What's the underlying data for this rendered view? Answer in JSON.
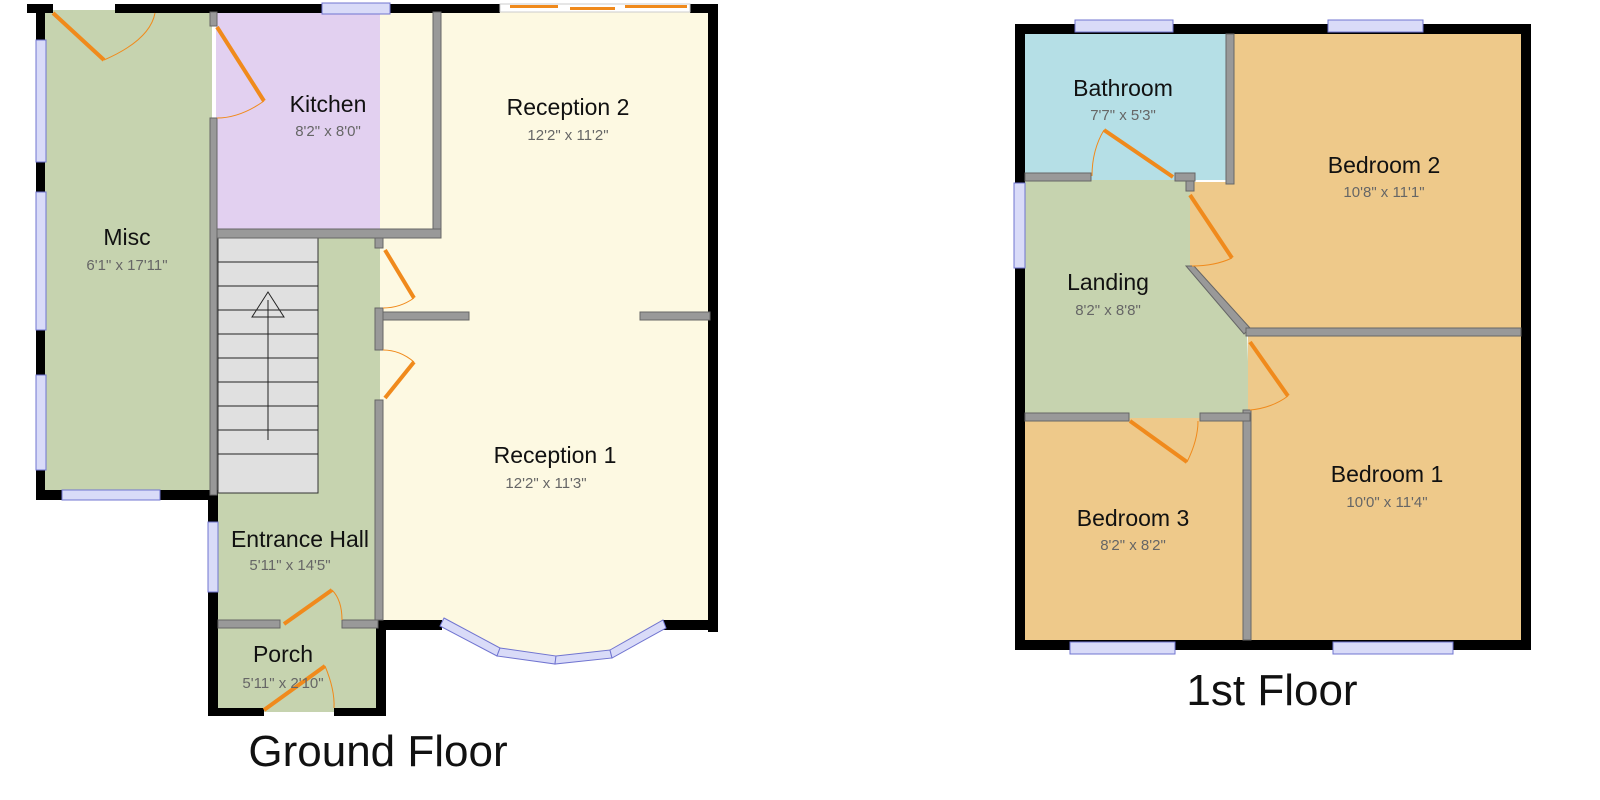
{
  "ground_floor": {
    "title": "Ground Floor",
    "rooms": [
      {
        "name": "Misc",
        "dims": "6'1\" x 17'11\""
      },
      {
        "name": "Kitchen",
        "dims": "8'2\" x 8'0\""
      },
      {
        "name": "Reception 2",
        "dims": "12'2\" x 11'2\""
      },
      {
        "name": "Reception 1",
        "dims": "12'2\" x 11'3\""
      },
      {
        "name": "Entrance Hall",
        "dims": "5'11\" x 14'5\""
      },
      {
        "name": "Porch",
        "dims": "5'11\" x 2'10\""
      }
    ]
  },
  "first_floor": {
    "title": "1st Floor",
    "rooms": [
      {
        "name": "Bathroom",
        "dims": "7'7\" x 5'3\""
      },
      {
        "name": "Bedroom 2",
        "dims": "10'8\" x 11'1\""
      },
      {
        "name": "Landing",
        "dims": "8'2\" x 8'8\""
      },
      {
        "name": "Bedroom 1",
        "dims": "10'0\" x 11'4\""
      },
      {
        "name": "Bedroom 3",
        "dims": "8'2\" x 8'2\""
      }
    ]
  },
  "colors": {
    "misc": "#c6d3af",
    "kitchen": "#e2d0f0",
    "reception": "#fdf9e2",
    "bathroom": "#b5dfe6",
    "bedroom": "#eec98a",
    "stairs": "#e0e0e0"
  }
}
